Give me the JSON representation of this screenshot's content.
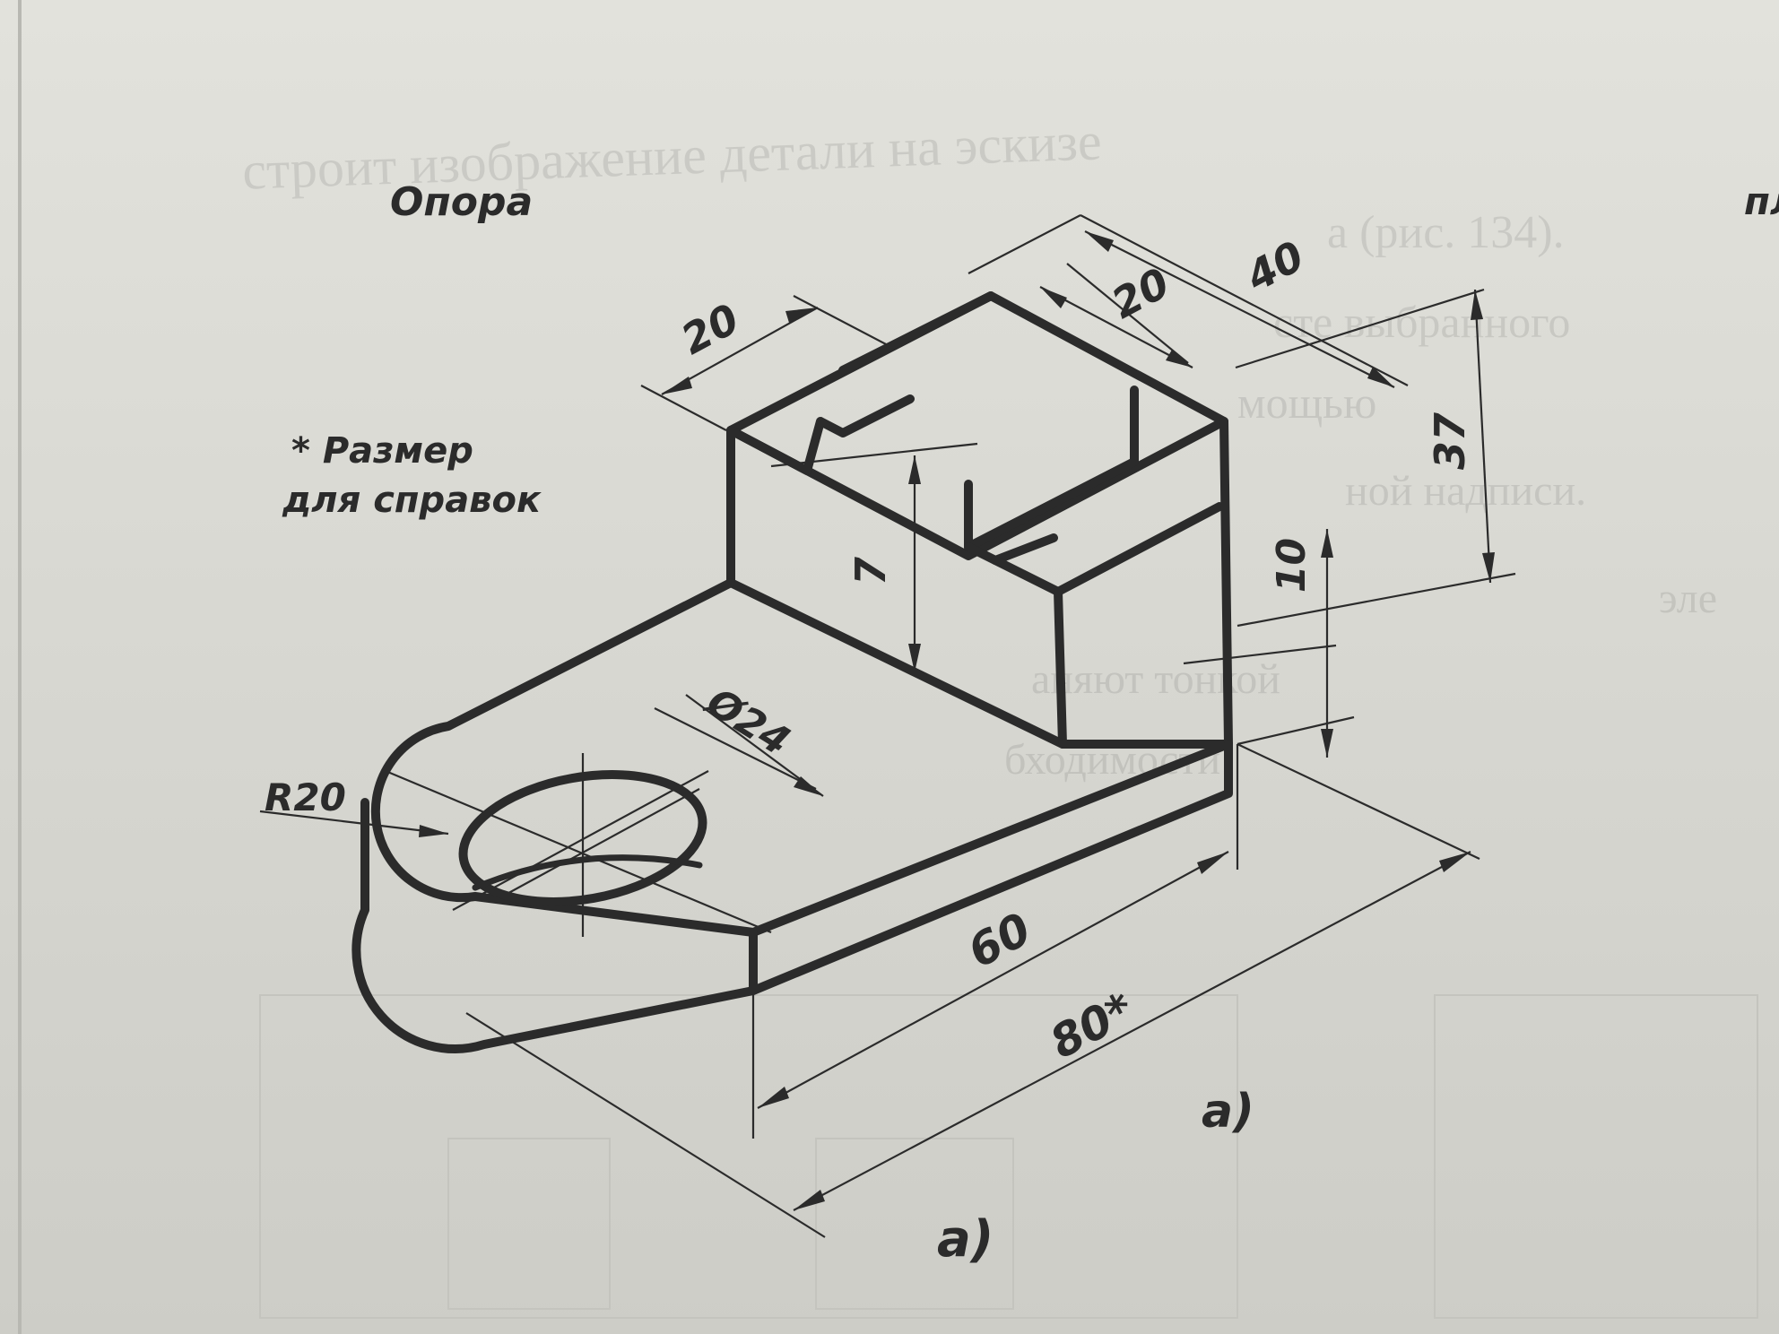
{
  "title": "Опора",
  "note": {
    "line1": "* Размер",
    "line2": "для справок"
  },
  "dimensions": {
    "d_top_left": "20",
    "d_slot": "20",
    "d_depth": "40",
    "d_height": "37",
    "d_step": "7",
    "d_base": "10",
    "d_hole": "Ø24",
    "d_radius": "R20",
    "d_length": "60",
    "d_overall": "80*"
  },
  "caption_upper": "a)",
  "caption_lower": "a)",
  "page_right_fragment": "пл",
  "background_text": [
    "строит изображение детали на эскизе",
    "а (рис. 134).",
    "сте выбранного",
    "мощью",
    "ной надписи.",
    "эле",
    "аняют тонкой",
    "бходимости"
  ],
  "colors": {
    "ink": "#2b2b2b",
    "paper": "#dcdcd6"
  }
}
